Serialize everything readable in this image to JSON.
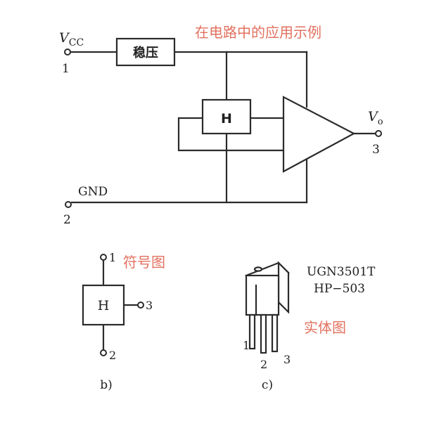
{
  "circuit": {
    "title": "在电路中的应用示例",
    "regulator_label": "稳压",
    "hall_label": "H",
    "vcc": {
      "main": "V",
      "sub": "CC",
      "pin": "1"
    },
    "gnd": {
      "label": "GND",
      "pin": "2"
    },
    "vout": {
      "main": "V",
      "sub": "o",
      "pin": "3"
    }
  },
  "symbol": {
    "title": "符号图",
    "hall_label": "H",
    "pins": [
      "1",
      "2",
      "3"
    ],
    "caption": "b)"
  },
  "package": {
    "model": "UGN3501T",
    "alt_model": "HP−503",
    "title": "实体图",
    "pins": [
      "1",
      "2",
      "3"
    ],
    "caption": "c)"
  },
  "colors": {
    "line": "#2b2b2b",
    "annotation": "#e2715f"
  }
}
